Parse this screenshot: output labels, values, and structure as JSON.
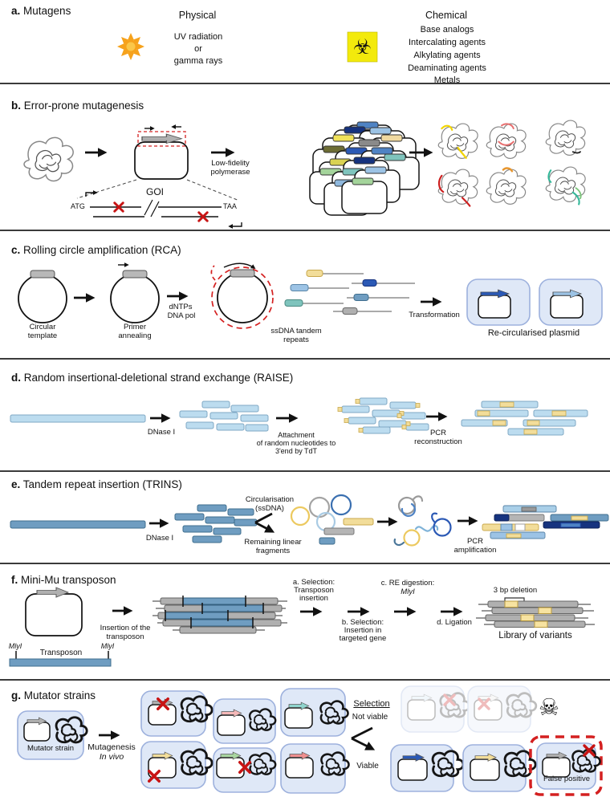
{
  "figure": {
    "topic": "Mutagenesis and mutant library generation methods"
  },
  "colors": {
    "light_blue": "#bcdcef",
    "steel_blue": "#6f9dc1",
    "dark_blue": "#16337f",
    "mid_blue": "#4f83c4",
    "pale_yellow": "#f2dd9a",
    "gray_gene": "#b0b0b0",
    "red": "#cc1f1f",
    "cell_fill": "#dfe8f7",
    "cell_border": "#9db1dd",
    "sun_orange": "#f6a21c",
    "biohazard_yellow": "#f3ea0c"
  },
  "icons": {
    "biohazard": "☣",
    "skull": "☠"
  },
  "panel_a": {
    "label": "a.",
    "title": "Mutagens",
    "physical": {
      "heading": "Physical",
      "lines": [
        "UV radiation",
        "or",
        "gamma rays"
      ]
    },
    "chemical": {
      "heading": "Chemical",
      "lines": [
        "Base analogs",
        "Intercalating agents",
        "Alkylating agents",
        "Deaminating agents",
        "Metals"
      ]
    }
  },
  "panel_b": {
    "label": "b.",
    "title": "Error-prone mutagenesis",
    "polymerase": [
      "Low-fidelity",
      "polymerase"
    ],
    "start_codon": "ATG",
    "gene_label": "GOI",
    "stop_codon": "TAA"
  },
  "panel_c": {
    "label": "c.",
    "title": "Rolling circle amplification (RCA)",
    "circular_template": [
      "Circular",
      "template"
    ],
    "primer_annealing": [
      "Primer",
      "annealing"
    ],
    "dntps": [
      "dNTPs",
      "DNA pol"
    ],
    "ssdna": [
      "ssDNA tandem",
      "repeats"
    ],
    "transformation": "Transformation",
    "recircularised": "Re-circularised plasmid"
  },
  "panel_d": {
    "label": "d.",
    "title": "Random insertional-deletional strand exchange (RAISE)",
    "dnase": "DNase I",
    "attachment": [
      "Attachment",
      "of random nucleotides to",
      "3'end by TdT"
    ],
    "pcr": [
      "PCR",
      "reconstruction"
    ]
  },
  "panel_e": {
    "label": "e.",
    "title": "Tandem repeat insertion (TRINS)",
    "dnase": "DNase I",
    "circularisation": [
      "Circularisation",
      "(ssDNA)"
    ],
    "remaining": [
      "Remaining linear",
      "fragments"
    ],
    "pcr": [
      "PCR",
      "amplification"
    ]
  },
  "panel_f": {
    "label": "f.",
    "title": "Mini-Mu transposon",
    "mlyi": "MlyI",
    "transposon": "Transposon",
    "insertion": [
      "Insertion of the",
      "transposon"
    ],
    "step_a": [
      "a. Selection:",
      "Transposon",
      "insertion"
    ],
    "step_b": [
      "b. Selection:",
      "Insertion in",
      "targeted gene"
    ],
    "step_c": [
      "c. RE digestion:",
      "MlyI"
    ],
    "step_d": "d. Ligation",
    "deletion": "3 bp deletion",
    "library": "Library of variants"
  },
  "panel_g": {
    "label": "g.",
    "title": "Mutator strains",
    "mutator_strain": "Mutator strain",
    "mutagenesis": "Mutagenesis",
    "in_vivo": "In vivo",
    "selection": "Selection",
    "not_viable": "Not viable",
    "viable": "Viable",
    "false_positive": "False positive"
  }
}
